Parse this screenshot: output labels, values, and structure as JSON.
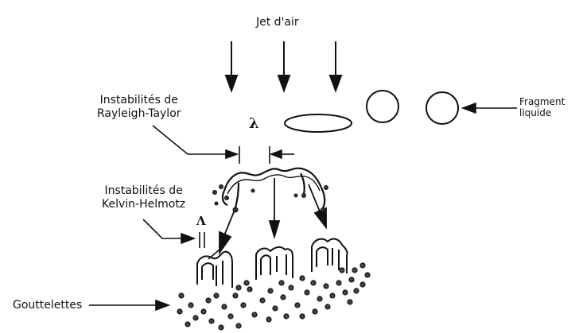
{
  "labels": {
    "air_jet": "Jet d'air",
    "rayleigh_taylor": [
      "Instabilités de",
      "Rayleigh-Taylor"
    ],
    "lambda_rt": "λ",
    "kelvin_helmholtz": [
      "Instabilités de",
      "Kelvin-Helmotz"
    ],
    "lambda_kh": "Λ",
    "liquid_fragment": [
      "Fragment",
      "liquide"
    ],
    "droplets": "Gouttelettes"
  },
  "colors": {
    "ink": "#111111",
    "background": "#ffffff"
  }
}
